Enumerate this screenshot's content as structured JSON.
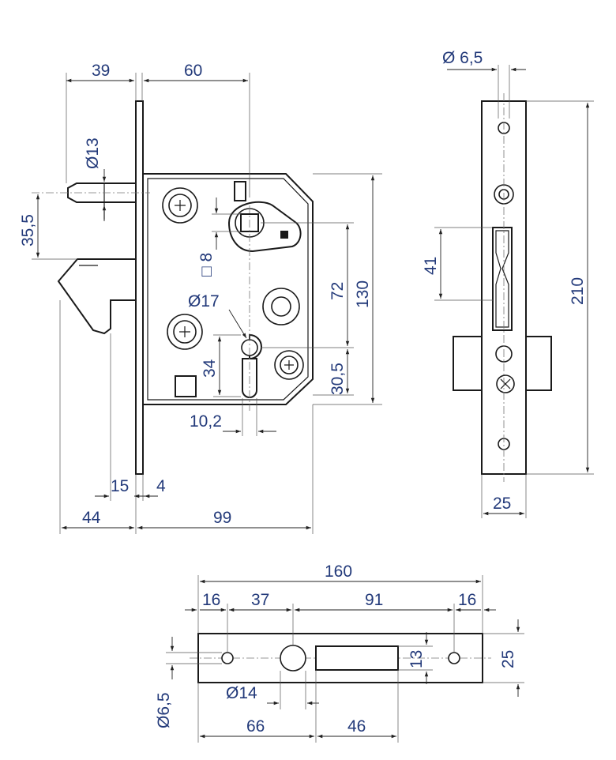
{
  "front_view": {
    "dim_backset_left": "39",
    "dim_backset_right": "60",
    "dim_pin_diameter": "Ø13",
    "dim_pin_offset": "35,5",
    "dim_square": "□ 8",
    "dim_cyl_diameter": "Ø17",
    "dim_spacing_72": "72",
    "dim_height_130": "130",
    "dim_cyl_34": "34",
    "dim_30_5": "30,5",
    "dim_10_2": "10,2",
    "dim_15": "15",
    "dim_4": "4",
    "dim_44": "44",
    "dim_99": "99"
  },
  "side_view": {
    "dim_hole": "Ø 6,5",
    "dim_41": "41",
    "dim_210": "210",
    "dim_25": "25"
  },
  "strike_plate": {
    "dim_160": "160",
    "dim_16_left": "16",
    "dim_37": "37",
    "dim_91": "91",
    "dim_16_right": "16",
    "dim_13": "13",
    "dim_25": "25",
    "dim_6_5": "Ø6,5",
    "dim_14": "Ø14",
    "dim_66": "66",
    "dim_46": "46"
  }
}
